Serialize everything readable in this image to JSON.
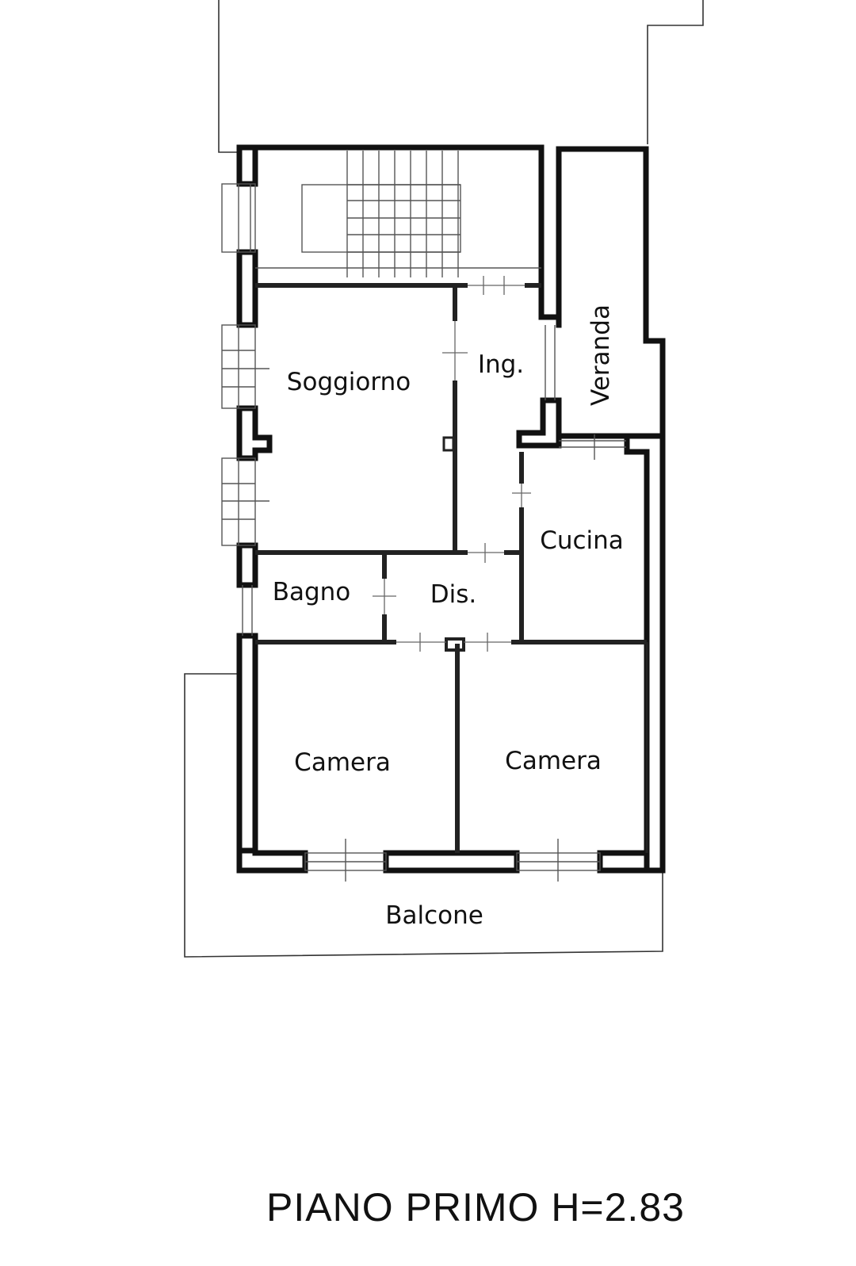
{
  "rooms": {
    "soggiorno": "Soggiorno",
    "ingresso": "Ing.",
    "veranda": "Veranda",
    "cucina": "Cucina",
    "bagno": "Bagno",
    "disimpegno": "Dis.",
    "camera_left": "Camera",
    "camera_right": "Camera",
    "balcone": "Balcone"
  },
  "title": "PIANO PRIMO H=2.83",
  "colors": {
    "ink": "#111111",
    "paper": "#ffffff"
  }
}
